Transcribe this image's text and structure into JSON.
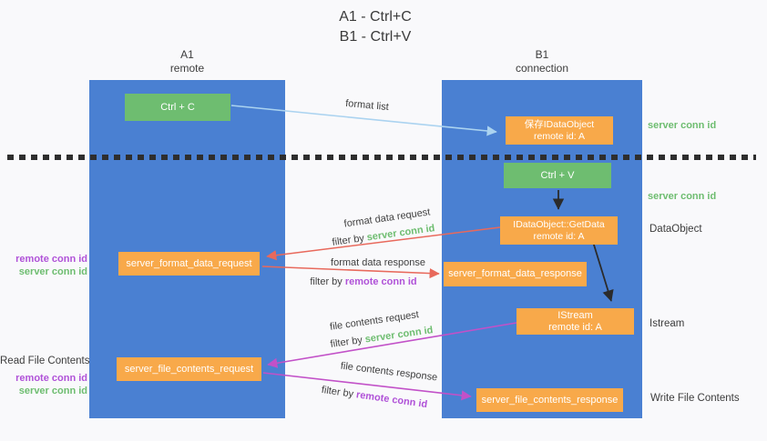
{
  "title": {
    "line1": "A1 - Ctrl+C",
    "line2": "B1 - Ctrl+V"
  },
  "lanes": {
    "left": {
      "name": "A1",
      "role": "remote"
    },
    "right": {
      "name": "B1",
      "role": "connection"
    }
  },
  "nodes": {
    "ctrl_c": {
      "label": "Ctrl + C"
    },
    "save_dataobject": {
      "line1": "保存IDataObject",
      "line2": "remote id: A"
    },
    "ctrl_v": {
      "label": "Ctrl + V"
    },
    "getdata": {
      "line1": "IDataObject::GetData",
      "line2": "remote id: A"
    },
    "format_data_request": {
      "label": "server_format_data_request"
    },
    "format_data_response": {
      "label": "server_format_data_response"
    },
    "istream": {
      "line1": "IStream",
      "line2": "remote id: A"
    },
    "file_contents_request": {
      "label": "server_file_contents_request"
    },
    "file_contents_response": {
      "label": "server_file_contents_response"
    }
  },
  "flow_labels": {
    "format_list": "format list",
    "format_data_request": "format data request",
    "format_data_response": "format data response",
    "file_contents_request": "file contents request",
    "file_contents_response": "file contents response"
  },
  "terms": {
    "filter_by": "filter by",
    "server_conn_id": "server conn id",
    "remote_conn_id": "remote conn id"
  },
  "side_labels": {
    "dataobject": "DataObject",
    "istream": "Istream",
    "read_file_contents": "Read File Contents",
    "write_file_contents": "Write File Contents"
  },
  "colors": {
    "lane_blue": "#4a80d2",
    "node_orange": "#f8a94a",
    "node_green": "#6ebd70",
    "green_text": "#6ebd70",
    "purple_text": "#b052d8",
    "arrow_lightblue": "#abd3f0",
    "arrow_red": "#e8695c",
    "arrow_magenta": "#c251c8",
    "arrow_black": "#2b2b2b",
    "text_dark": "#3c3c3c",
    "background": "#f9f9fb"
  }
}
